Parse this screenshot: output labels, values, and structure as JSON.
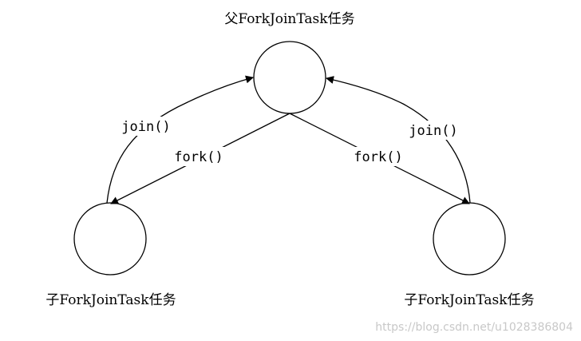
{
  "nodes": {
    "parent": {
      "label": "父ForkJoinTask任务"
    },
    "left_child": {
      "label": "子ForkJoinTask任务"
    },
    "right_child": {
      "label": "子ForkJoinTask任务"
    }
  },
  "edges": {
    "fork_left": {
      "label": "fork()"
    },
    "fork_right": {
      "label": "fork()"
    },
    "join_left": {
      "label": "join()"
    },
    "join_right": {
      "label": "join()"
    }
  },
  "watermark": "https://blog.csdn.net/u1028386804"
}
